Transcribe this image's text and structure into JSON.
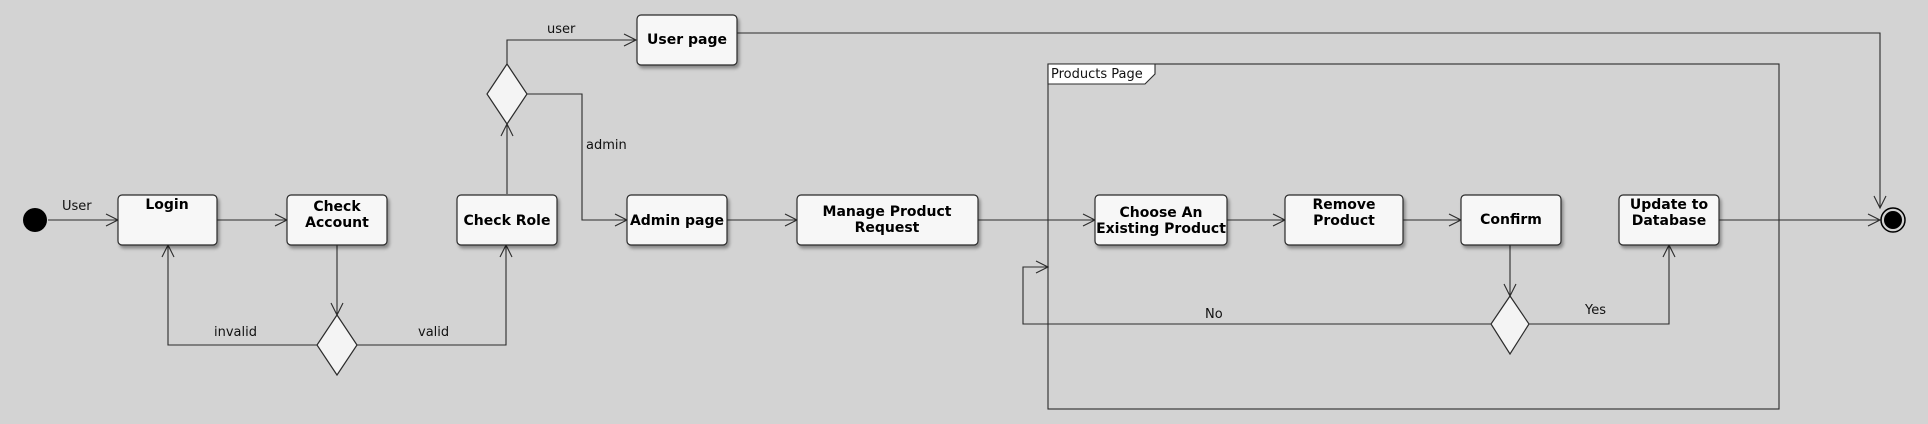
{
  "diagram": {
    "nodes": {
      "login": "Login",
      "check_account": [
        "Check",
        "Account"
      ],
      "check_role": "Check Role",
      "user_page": "User page",
      "admin_page": "Admin page",
      "manage_request": [
        "Manage Product",
        "Request"
      ],
      "choose_product": [
        "Choose An",
        "Existing Product"
      ],
      "remove_product": [
        "Remove",
        "Product"
      ],
      "confirm": "Confirm",
      "update_db": [
        "Update to",
        "Database"
      ]
    },
    "edge_labels": {
      "user_start": "User",
      "invalid": "invalid",
      "valid": "valid",
      "role_user": "user",
      "role_admin": "admin",
      "no": "No",
      "yes": "Yes"
    },
    "frame_title": "Products Page"
  },
  "colors": {
    "background": "#d3d3d3",
    "node_fill": "#f7f7f7",
    "stroke": "#2b2b2b",
    "terminal": "#000000"
  }
}
